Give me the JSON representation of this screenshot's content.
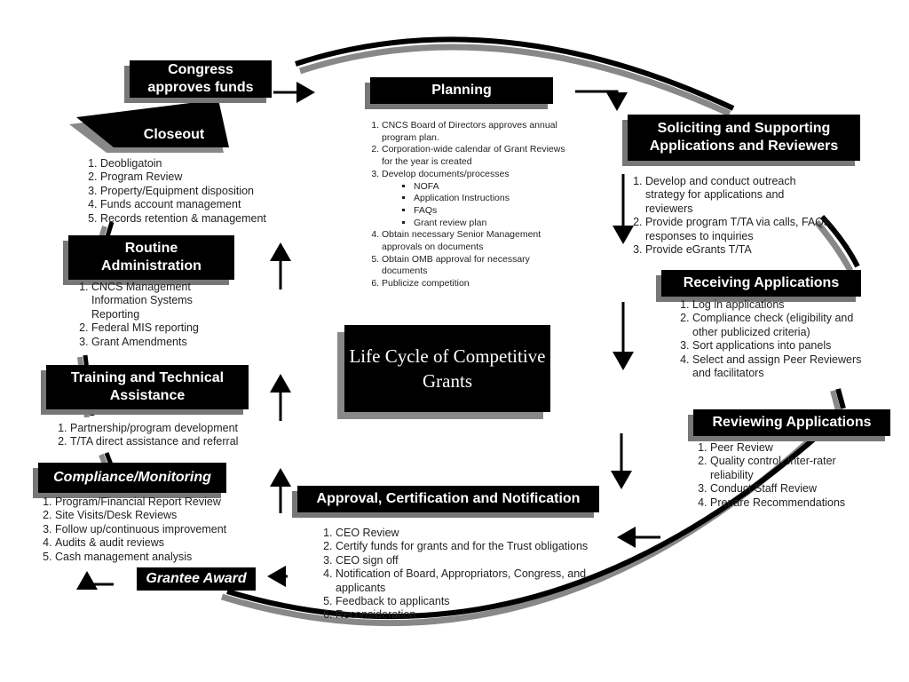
{
  "title": "Life Cycle of Competitive Grants",
  "stages": {
    "congress": "Congress approves funds",
    "planning": "Planning",
    "soliciting": "Soliciting and Supporting Applications and Reviewers",
    "receiving": "Receiving Applications",
    "reviewing": "Reviewing Applications",
    "approval": "Approval, Certification and Notification",
    "grantee_award": "Grantee Award",
    "compliance": "Compliance/Monitoring",
    "training": "Training and Technical Assistance",
    "routine": "Routine Administration",
    "closeout": "Closeout"
  },
  "planning_items": [
    "CNCS Board of Directors approves annual program plan.",
    "Corporation-wide calendar of Grant Reviews for the year is created",
    "Develop documents/processes",
    "Obtain necessary Senior Management approvals on documents",
    "Obtain OMB approval for necessary documents",
    "Publicize competition"
  ],
  "planning_subitems": [
    "NOFA",
    "Application Instructions",
    "FAQs",
    "Grant review plan"
  ],
  "soliciting_items": [
    "Develop and conduct outreach strategy for applications and reviewers",
    "Provide program T/TA via calls, FAQs, responses to inquiries",
    "Provide eGrants T/TA"
  ],
  "receiving_items": [
    "Log in applications",
    "Compliance check (eligibility and other publicized criteria)",
    "Sort applications into panels",
    "Select and assign Peer Reviewers and facilitators"
  ],
  "reviewing_items": [
    "Peer Review",
    "Quality control, Inter-rater reliability",
    "Conduct Staff Review",
    "Prepare Recommendations"
  ],
  "approval_items": [
    "CEO Review",
    "Certify funds for grants and for the Trust obligations",
    "CEO sign off",
    "Notification of Board, Appropriators, Congress, and applicants",
    "Feedback to applicants",
    "Reconsideration"
  ],
  "compliance_items": [
    "Program/Financial Report Review",
    "Site Visits/Desk Reviews",
    "Follow up/continuous improvement",
    "Audits & audit reviews",
    "Cash management analysis"
  ],
  "training_items": [
    "Partnership/program development",
    "T/TA direct assistance and referral"
  ],
  "routine_items": [
    "CNCS Management Information Systems Reporting",
    "Federal MIS reporting",
    "Grant Amendments"
  ],
  "closeout_items": [
    "Deobligatoin",
    "Program Review",
    "Property/Equipment disposition",
    "Funds account management",
    "Records retention & management"
  ]
}
